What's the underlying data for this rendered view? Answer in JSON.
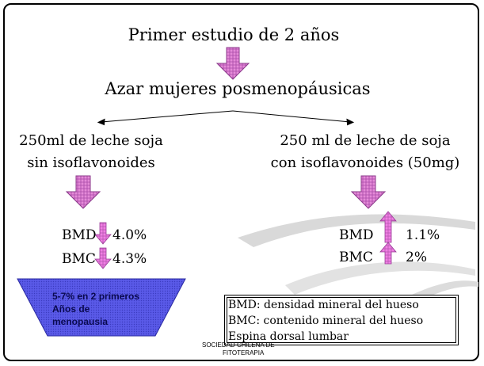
{
  "title": "Primer estudio de 2 años",
  "subtitle": "Azar mujeres posmenopáusicas",
  "left": {
    "line1": "250ml de leche soja",
    "line2": "sin isoflavonoides",
    "bmd_label": "BMD",
    "bmd_value": "4.0%",
    "bmc_label": "BMC",
    "bmc_value": "4.3%",
    "trapezoid_line1": "5-7% en 2 primeros",
    "trapezoid_line2": "Años de",
    "trapezoid_line3": "menopausia"
  },
  "right": {
    "line1": "250 ml de leche de soja",
    "line2": "con isoflavonoides (50mg)",
    "bmd_label": "BMD",
    "bmd_value": "1.1%",
    "bmc_label": "BMC",
    "bmc_value": "2%"
  },
  "legend": {
    "line1": "BMD: densidad mineral del hueso",
    "line2": "BMC: contenido mineral del hueso",
    "line3": "Espina dorsal lumbar"
  },
  "footer": {
    "line1": "SOCIEDAD CHILENA DE",
    "line2": "FITOTERAPIA"
  },
  "colors": {
    "arrow_purple": "#c05fd0",
    "arrow_pink": "#e978e0",
    "trapezoid_blue": "#5b5bf0",
    "swoosh_gray": "#d8d8d8"
  }
}
